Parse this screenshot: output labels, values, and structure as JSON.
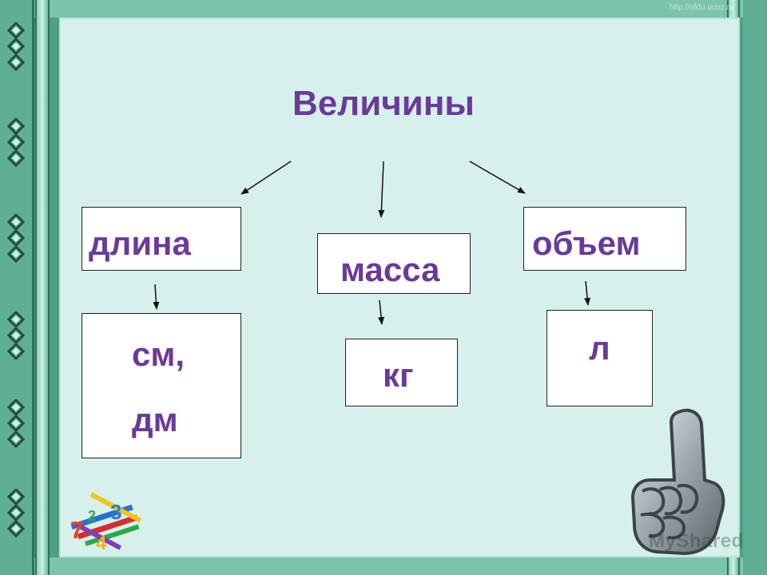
{
  "diagram": {
    "title": "Величины",
    "categories": [
      {
        "label": "длина",
        "units": [
          "см,",
          "дм"
        ]
      },
      {
        "label": "масса",
        "units": [
          "кг"
        ]
      },
      {
        "label": "объем",
        "units": [
          "л"
        ]
      }
    ]
  },
  "branding": {
    "watermark": "MyShared",
    "corner_url": "http://ofdu.ucoz.ru"
  },
  "decorations": {
    "pointing_hand": "pointing-hand-icon",
    "numbers_pencils": "numbers-pencils-icon",
    "ornament": "celtic-knot-icon"
  },
  "colors": {
    "text": "#6b3a98",
    "panel": "#d6f1ec",
    "frame": "#4f9e86"
  }
}
